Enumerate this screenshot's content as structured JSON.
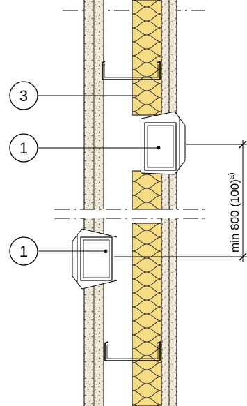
{
  "callouts": [
    {
      "id": "callout-3",
      "label": "3"
    },
    {
      "id": "callout-1-upper",
      "label": "1"
    },
    {
      "id": "callout-1-lower",
      "label": "1"
    }
  ],
  "dimension": {
    "text": "min 800 (100)",
    "superscript": "a)"
  },
  "colors": {
    "board": "#efe8d6",
    "insulation": "#f7dc86",
    "line": "#000000"
  }
}
